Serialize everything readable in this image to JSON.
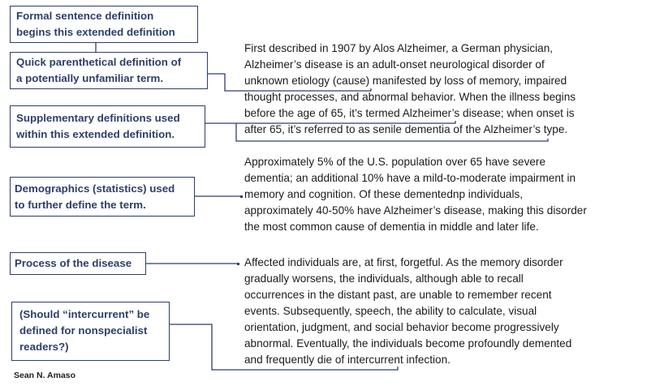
{
  "annotations": [
    {
      "id": "formal",
      "lines": [
        "Formal sentence definition",
        "begins this extended definition"
      ]
    },
    {
      "id": "parenthetical",
      "lines": [
        "Quick parenthetical definition of",
        "a potentially unfamiliar term."
      ]
    },
    {
      "id": "supplementary",
      "lines": [
        "Supplementary definitions used",
        "within this extended definition."
      ]
    },
    {
      "id": "demographics",
      "lines": [
        "Demographics (statistics) used",
        "to further define the term."
      ]
    },
    {
      "id": "process",
      "lines": [
        "Process of the disease"
      ]
    },
    {
      "id": "question",
      "lines": [
        "(Should “intercurrent” be",
        "defined for nonspecialist",
        "readers?)"
      ]
    }
  ],
  "paragraphs": [
    {
      "lines": [
        "First described in 1907 by Alos Alzheimer, a German physician,",
        "Alzheimer’s disease is an adult-onset neurological disorder of",
        "unknown etiology (cause) manifested by loss of memory, impaired",
        "thought processes, and abnormal behavior. When the illness begins",
        "before the age of 65, it’s termed Alzheimer’s disease; when onset is",
        "after 65, it’s referred to as senile dementia of the Alzheimer’s type."
      ]
    },
    {
      "lines": [
        "Approximately 5% of the U.S. population over 65 have severe",
        "dementia; an additional 10% have a mild-to-moderate impairment in",
        "memory and cognition. Of these dementednp individuals,",
        "approximately 40-50% have Alzheimer’s disease, making this disorder",
        "the most common cause of dementia in middle and later life."
      ]
    },
    {
      "lines": [
        "Affected individuals are, at first, forgetful. As the memory disorder",
        "gradually worsens, the individuals, although able to recall",
        "occurrences in the distant past, are unable to remember recent",
        "events. Subsequently, speech, the ability to calculate, visual",
        "orientation, judgment, and social behavior become progressively",
        "abnormal. Eventually, the individuals become profoundly demented",
        "and frequently die of intercurrent infection."
      ]
    }
  ],
  "footer": "Sean N. Amaso",
  "colors": {
    "annotation": "#2d3e6a",
    "body_text": "#1b1b1b"
  }
}
